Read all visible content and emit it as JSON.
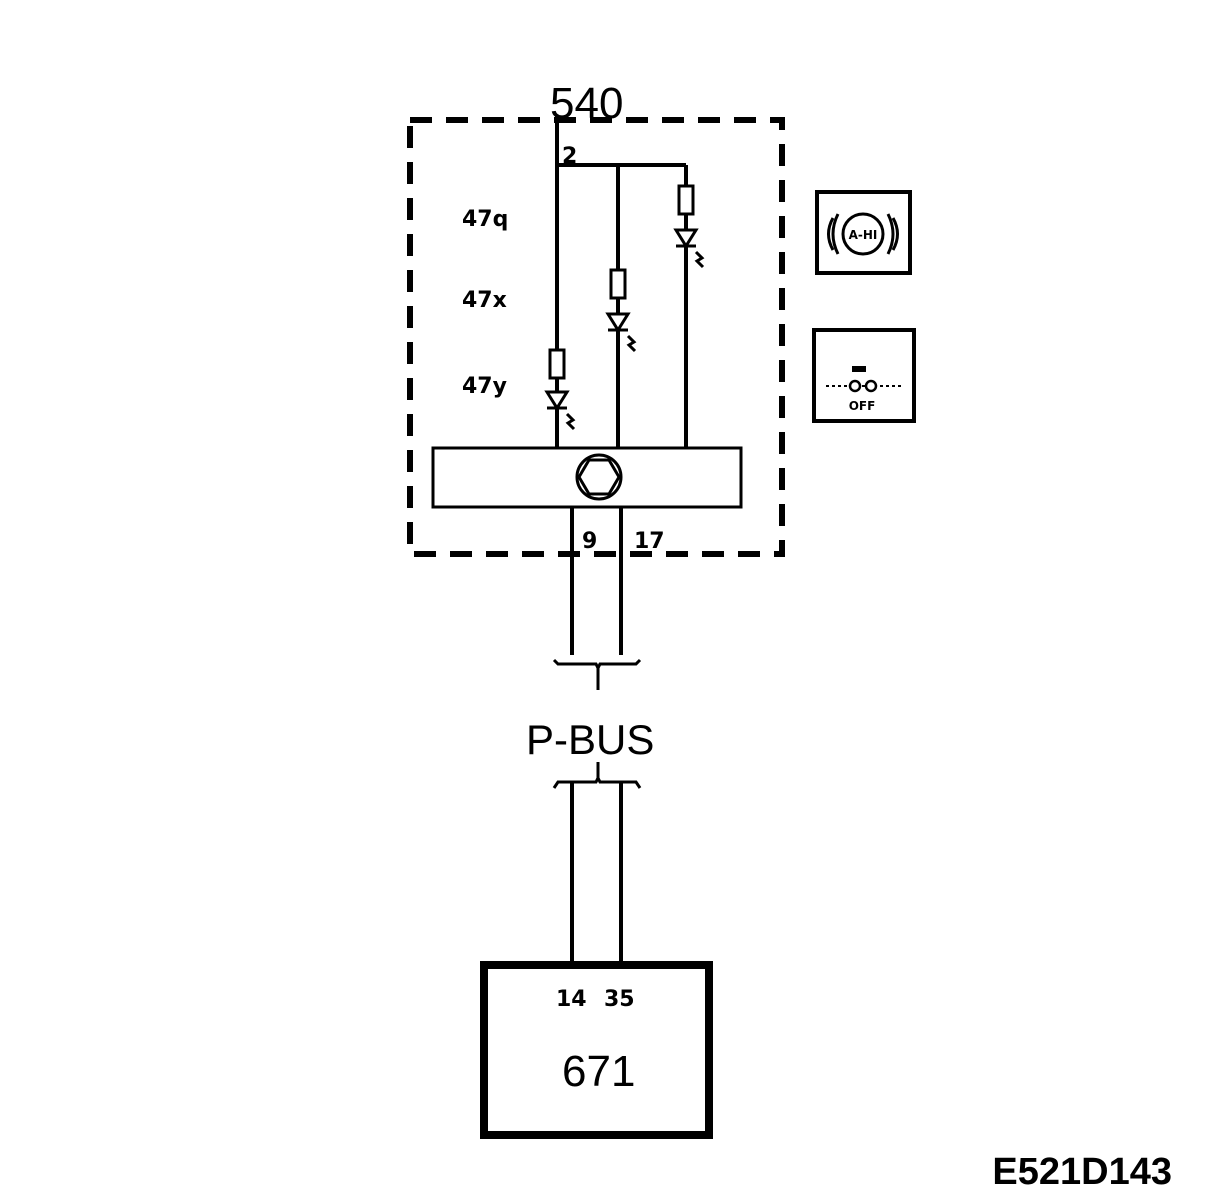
{
  "module": {
    "id": "540",
    "pin_top": "2",
    "pin_out_left": "9",
    "pin_out_right": "17",
    "lamps": [
      {
        "id": "47q"
      },
      {
        "id": "47x"
      },
      {
        "id": "47y"
      }
    ]
  },
  "bus": {
    "label": "P-BUS"
  },
  "ecu": {
    "id": "671",
    "pin_left": "14",
    "pin_right": "35"
  },
  "indicators": {
    "brake_symbol_text": "A-HI",
    "cruise_symbol_text": "OFF",
    "brake_icon": "brake-warning-icon",
    "cruise_icon": "cruise-off-icon"
  },
  "figure_code": "E521D143"
}
